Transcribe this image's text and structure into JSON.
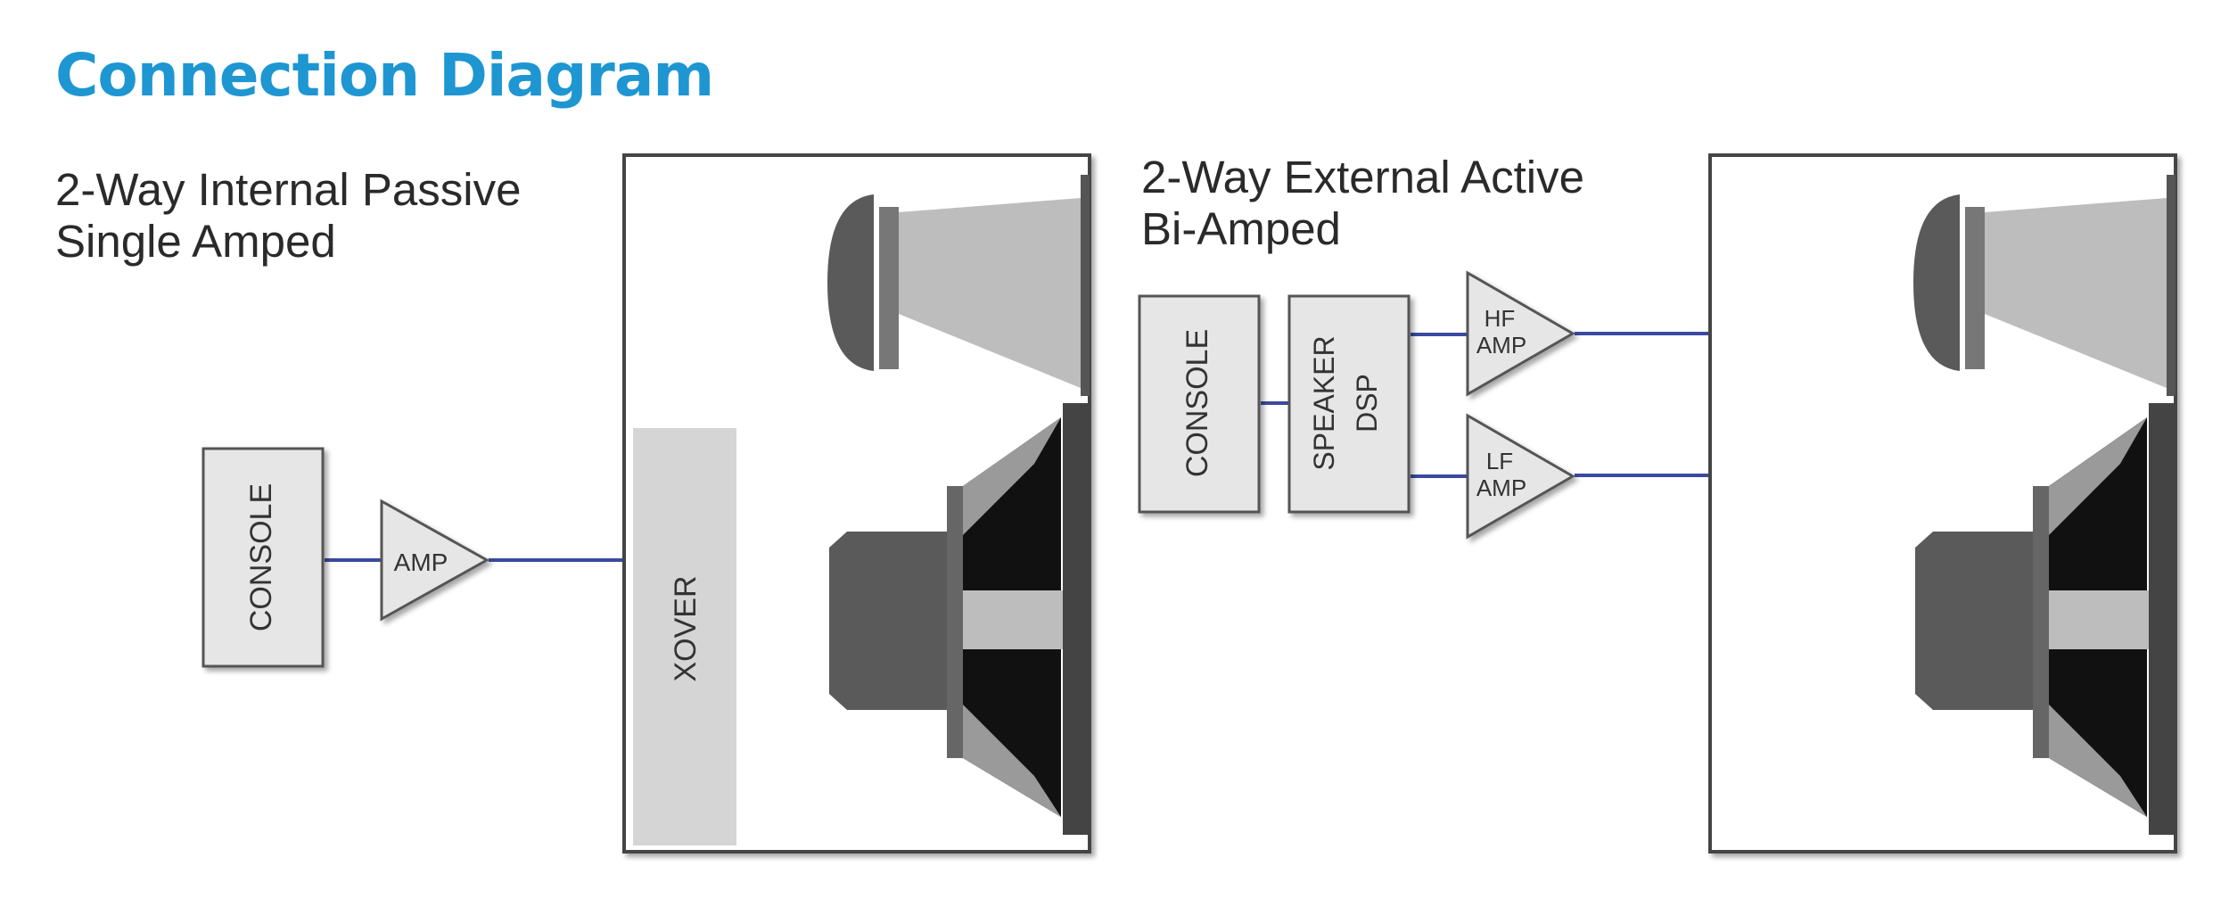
{
  "title": "Connection Diagram",
  "passive": {
    "heading_line1": "2-Way Internal Passive",
    "heading_line2": "Single Amped",
    "console_label": "CONSOLE",
    "amp_label": "AMP",
    "xover_label": "XOVER"
  },
  "active": {
    "heading_line1": "2-Way External Active",
    "heading_line2": "Bi-Amped",
    "console_label": "CONSOLE",
    "dsp_line1": "SPEAKER",
    "dsp_line2": "DSP",
    "hf_amp_line1": "HF",
    "hf_amp_line2": "AMP",
    "lf_amp_line1": "LF",
    "lf_amp_line2": "AMP"
  },
  "colors": {
    "title": "#1e96d2",
    "signal_line": "#3b4aa0",
    "box_fill": "#e6e6e6",
    "horn_fill": "#bdbdbd",
    "driver_dark": "#5a5a5a"
  }
}
